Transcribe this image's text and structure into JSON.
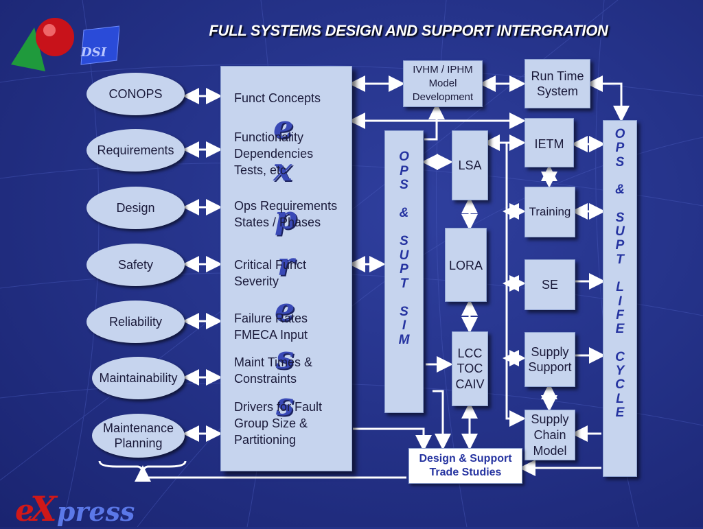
{
  "title": "FULL SYSTEMS DESIGN AND SUPPORT INTERGRATION",
  "logo_dsi": "DSI",
  "logo_express": {
    "e": "e",
    "x": "X",
    "rest": "press"
  },
  "ovals": [
    "CONOPS",
    "Requirements",
    "Design",
    "Safety",
    "Reliability",
    "Maintainability",
    "Maintenance\nPlanning"
  ],
  "center_items": [
    "Funct Concepts",
    "Functionality\nDependencies\nTests, etc",
    "Ops Requirements\nStates / Phases",
    "Critical Funct\nSeverity",
    "Failure Rates\nFMECA Input",
    "Maint Times &\nConstraints",
    "Drivers for Fault\nGroup Size &\nPartitioning"
  ],
  "express_vertical": [
    "e",
    "x",
    "p",
    "r",
    "e",
    "s",
    "s"
  ],
  "ops_supt_sim": "O\nP\nS\n\n&\n\nS\nU\nP\nT\n\nS\nI\nM",
  "ops_supt_life": "O\nP\nS\n\n&\n\nS\nU\nP\nT\n\nL\nI\nF\nE\n\nC\nY\nC\nL\nE",
  "boxes": {
    "ivhm": "IVHM / IPHM\nModel\nDevelopment",
    "runtime": "Run Time\nSystem",
    "ietm": "IETM",
    "lsa": "LSA",
    "training": "Training",
    "lora": "LORA",
    "se": "SE",
    "lcc": "LCC\nTOC\nCAIV",
    "supply_support": "Supply\nSupport",
    "supply_chain": "Supply\nChain\nModel",
    "trade_studies": "Design & Support\nTrade Studies"
  },
  "colors": {
    "background": "#25338a",
    "box": "#c6d4ee",
    "accent_text": "#2533a0"
  }
}
